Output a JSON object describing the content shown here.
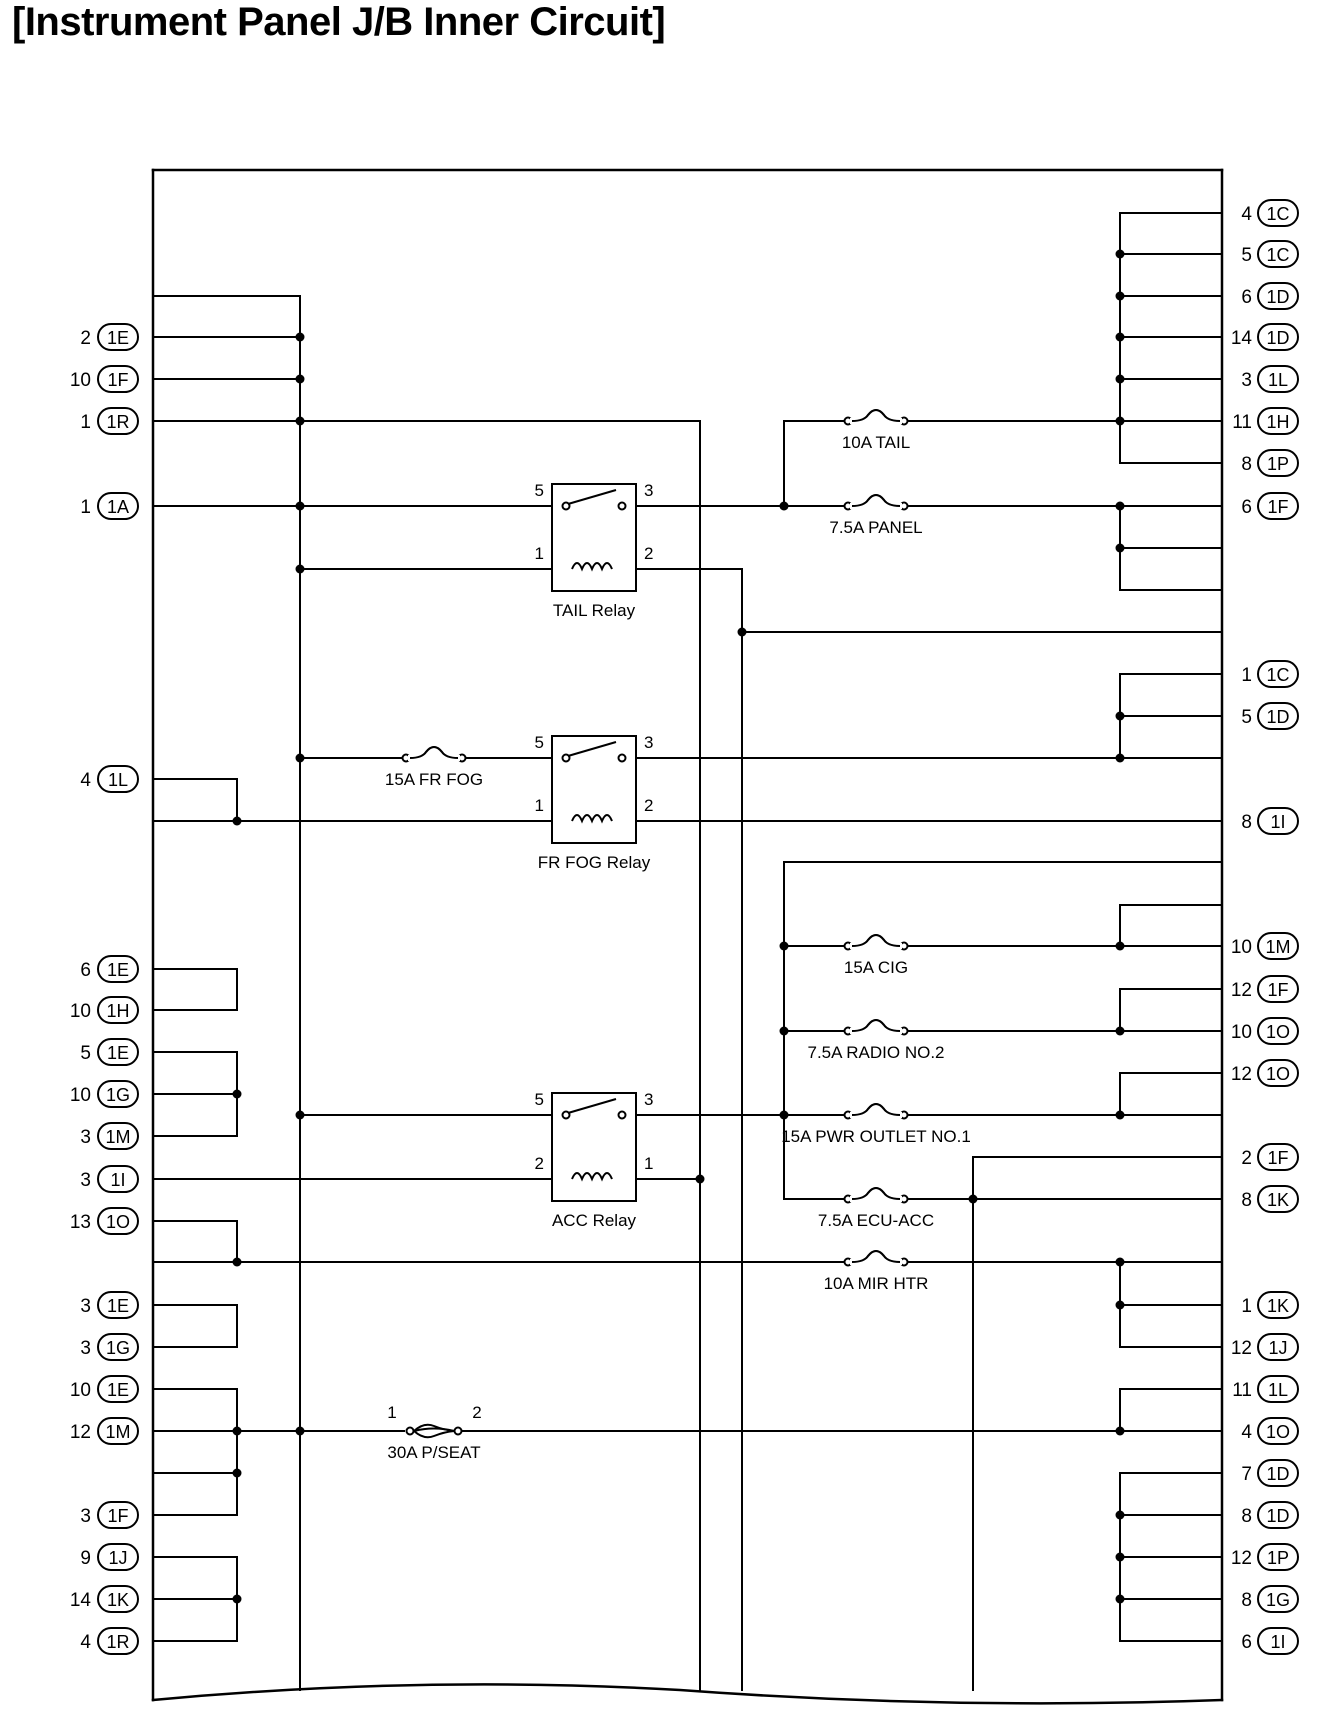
{
  "title": "[Instrument Panel J/B Inner Circuit]",
  "relays": [
    {
      "id": "tail",
      "label": "TAIL Relay",
      "pins": [
        "5",
        "3",
        "1",
        "2"
      ]
    },
    {
      "id": "frfog",
      "label": "FR FOG Relay",
      "pins": [
        "5",
        "3",
        "1",
        "2"
      ]
    },
    {
      "id": "acc",
      "label": "ACC Relay",
      "pins": [
        "5",
        "3",
        "2",
        "1"
      ]
    }
  ],
  "fuses": [
    {
      "id": "tail",
      "label": "10A TAIL"
    },
    {
      "id": "panel",
      "label": "7.5A PANEL"
    },
    {
      "id": "frfog",
      "label": "15A FR FOG"
    },
    {
      "id": "cig",
      "label": "15A CIG"
    },
    {
      "id": "radio2",
      "label": "7.5A RADIO NO.2"
    },
    {
      "id": "pwroutlet1",
      "label": "15A PWR OUTLET NO.1"
    },
    {
      "id": "ecuacc",
      "label": "7.5A ECU-ACC"
    },
    {
      "id": "mirhtr",
      "label": "10A MIR HTR"
    },
    {
      "id": "pseat",
      "label": "30A P/SEAT",
      "pins": [
        "1",
        "2"
      ]
    }
  ],
  "left_connectors": [
    {
      "pin": "2",
      "conn": "1E"
    },
    {
      "pin": "10",
      "conn": "1F"
    },
    {
      "pin": "1",
      "conn": "1R"
    },
    {
      "pin": "1",
      "conn": "1A"
    },
    {
      "pin": "4",
      "conn": "1L"
    },
    {
      "pin": "6",
      "conn": "1E"
    },
    {
      "pin": "10",
      "conn": "1H"
    },
    {
      "pin": "5",
      "conn": "1E"
    },
    {
      "pin": "10",
      "conn": "1G"
    },
    {
      "pin": "3",
      "conn": "1M"
    },
    {
      "pin": "3",
      "conn": "1I"
    },
    {
      "pin": "13",
      "conn": "1O"
    },
    {
      "pin": "3",
      "conn": "1E"
    },
    {
      "pin": "3",
      "conn": "1G"
    },
    {
      "pin": "10",
      "conn": "1E"
    },
    {
      "pin": "12",
      "conn": "1M"
    },
    {
      "pin": "3",
      "conn": "1F"
    },
    {
      "pin": "9",
      "conn": "1J"
    },
    {
      "pin": "14",
      "conn": "1K"
    },
    {
      "pin": "4",
      "conn": "1R"
    }
  ],
  "right_connectors": [
    {
      "pin": "4",
      "conn": "1C"
    },
    {
      "pin": "5",
      "conn": "1C"
    },
    {
      "pin": "6",
      "conn": "1D"
    },
    {
      "pin": "14",
      "conn": "1D"
    },
    {
      "pin": "3",
      "conn": "1L"
    },
    {
      "pin": "11",
      "conn": "1H"
    },
    {
      "pin": "8",
      "conn": "1P"
    },
    {
      "pin": "6",
      "conn": "1F"
    },
    {
      "pin": "1",
      "conn": "1C"
    },
    {
      "pin": "5",
      "conn": "1D"
    },
    {
      "pin": "8",
      "conn": "1I"
    },
    {
      "pin": "10",
      "conn": "1M"
    },
    {
      "pin": "12",
      "conn": "1F"
    },
    {
      "pin": "10",
      "conn": "1O"
    },
    {
      "pin": "12",
      "conn": "1O"
    },
    {
      "pin": "2",
      "conn": "1F"
    },
    {
      "pin": "8",
      "conn": "1K"
    },
    {
      "pin": "1",
      "conn": "1K"
    },
    {
      "pin": "12",
      "conn": "1J"
    },
    {
      "pin": "11",
      "conn": "1L"
    },
    {
      "pin": "4",
      "conn": "1O"
    },
    {
      "pin": "7",
      "conn": "1D"
    },
    {
      "pin": "8",
      "conn": "1D"
    },
    {
      "pin": "12",
      "conn": "1P"
    },
    {
      "pin": "8",
      "conn": "1G"
    },
    {
      "pin": "6",
      "conn": "1I"
    }
  ],
  "colors": {
    "line": "#000000",
    "background": "#ffffff"
  }
}
